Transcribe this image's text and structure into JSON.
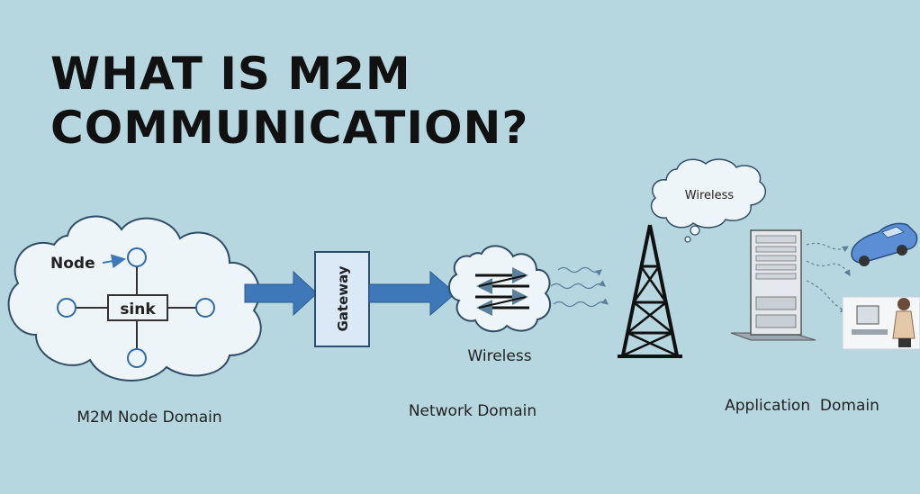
{
  "title": {
    "line1": "WHAT IS M2M",
    "line2": "COMMUNICATION?"
  },
  "node_domain": {
    "node_label": "Node",
    "sink_label": "sink",
    "caption": "M2M Node Domain"
  },
  "gateway": {
    "label": "Gateway"
  },
  "network_domain": {
    "wireless_label": "Wireless",
    "caption": "Network Domain"
  },
  "application_domain": {
    "cloud_label": "Wireless",
    "caption": "Application  Domain"
  },
  "colors": {
    "background": "#b7d7e0",
    "arrow_blue": "#3f78b8",
    "cloud_fill": "#eef5f8",
    "gateway_fill": "#dbe9f7"
  }
}
